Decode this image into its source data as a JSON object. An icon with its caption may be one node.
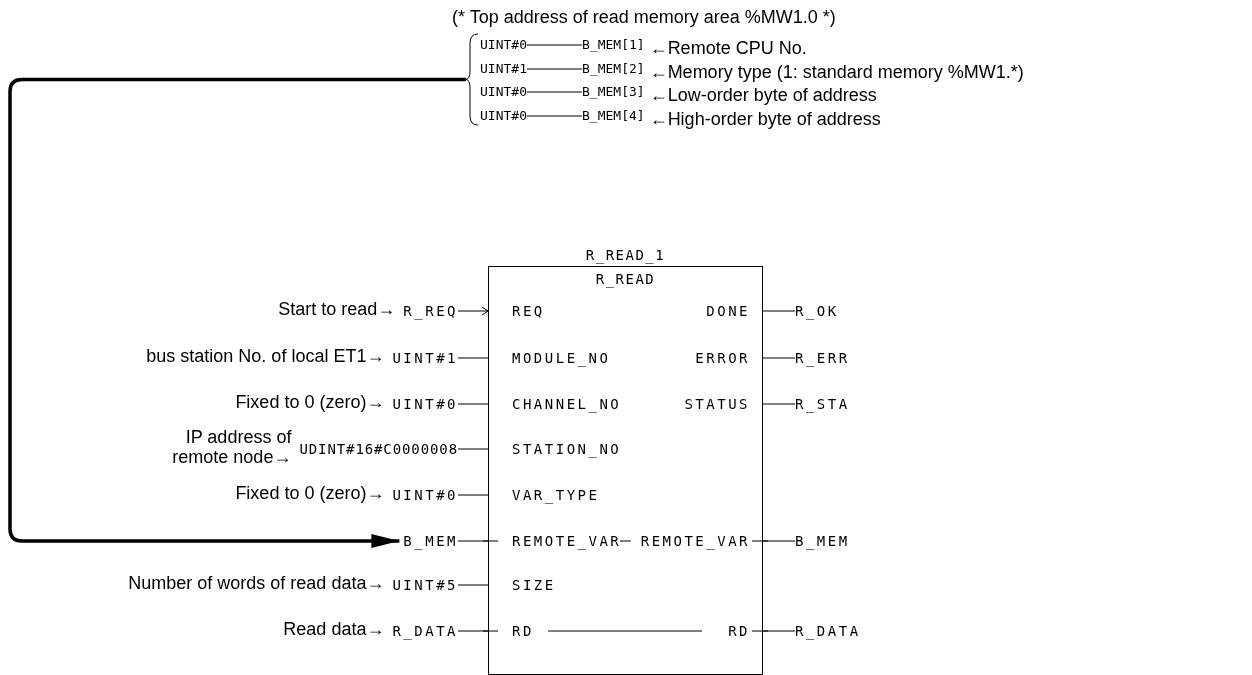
{
  "diagram": {
    "nodes": [
      {
        "text": [],
        "shape": "brace"
      },
      {
        "text": [
          "UINT#0"
        ]
      },
      {
        "text": [
          "B_MEM[1]"
        ],
        "beside": [
          "←Remote CPU No."
        ]
      },
      {
        "text": [
          "UINT#1"
        ]
      },
      {
        "text": [
          "B_MEM[2]"
        ],
        "beside": [
          "←Memory type (1: standard memory %MW1.*)"
        ]
      },
      {
        "text": [
          "UINT#0"
        ]
      },
      {
        "text": [
          "B_MEM[3]"
        ],
        "beside": [
          "←Low-order byte of address"
        ]
      },
      {
        "text": [
          "UINT#0"
        ]
      },
      {
        "text": [
          "B_MEM[4]"
        ],
        "beside": [
          "←High-order byte of address"
        ]
      },
      {
        "text": [
          "R_READ_1",
          "R_READ"
        ]
      },
      {
        "text": [
          "R_REQ"
        ],
        "beside": [
          "Start to read→"
        ]
      },
      {
        "text": [
          "UINT#1"
        ],
        "beside": [
          "bus station No. of local ET1→"
        ]
      },
      {
        "text": [
          "UINT#0"
        ],
        "beside": [
          "Fixed to 0 (zero)→"
        ]
      },
      {
        "text": [
          "UDINT#16#C0000008"
        ],
        "beside": [
          "IP address of remote node→"
        ]
      },
      {
        "text": [
          "UINT#0"
        ],
        "beside": [
          "Fixed to 0 (zero)→"
        ]
      },
      {
        "text": [
          "B_MEM"
        ]
      },
      {
        "text": [
          "UINT#5"
        ],
        "beside": [
          "Number of words of read data→"
        ]
      },
      {
        "text": [
          "R_DATA"
        ],
        "beside": [
          "Read data→"
        ]
      },
      {
        "text": [
          "R_OK"
        ]
      },
      {
        "text": [
          "R_ERR"
        ]
      },
      {
        "text": [
          "R_STA"
        ]
      },
      {
        "text": [
          "B_MEM"
        ]
      },
      {
        "text": [
          "R_DATA"
        ]
      }
    ],
    "edges": [
      {
        "from": 1,
        "to": 2,
        "arrow": "none"
      },
      {
        "from": 3,
        "to": 4,
        "arrow": "none"
      },
      {
        "from": 5,
        "to": 6,
        "arrow": "none"
      },
      {
        "from": 7,
        "to": 8,
        "arrow": "none"
      },
      {
        "from": 0,
        "to": 15,
        "arrow": "to",
        "style": "thick"
      },
      {
        "from": 10,
        "to": 9,
        "arrow": "to"
      },
      {
        "from": 11,
        "to": 9,
        "arrow": "none"
      },
      {
        "from": 12,
        "to": 9,
        "arrow": "none"
      },
      {
        "from": 13,
        "to": 9,
        "arrow": "none"
      },
      {
        "from": 14,
        "to": 9,
        "arrow": "none"
      },
      {
        "from": 15,
        "to": 9,
        "arrow": "none"
      },
      {
        "from": 16,
        "to": 9,
        "arrow": "none"
      },
      {
        "from": 17,
        "to": 9,
        "arrow": "none"
      },
      {
        "from": 9,
        "to": 18,
        "arrow": "none"
      },
      {
        "from": 9,
        "to": 19,
        "arrow": "none"
      },
      {
        "from": 9,
        "to": 20,
        "arrow": "none"
      },
      {
        "from": 9,
        "to": 21,
        "arrow": "none"
      },
      {
        "from": 9,
        "to": 22,
        "arrow": "none"
      }
    ],
    "labels": [
      "(* Top address of read memory area %MW1.0 *)",
      "REQ",
      "DONE",
      "MODULE_NO",
      "ERROR",
      "CHANNEL_NO",
      "STATUS",
      "STATION_NO",
      "VAR_TYPE",
      "REMOTE_VAR",
      "REMOTE_VAR",
      "SIZE",
      "RD",
      "RD"
    ]
  }
}
